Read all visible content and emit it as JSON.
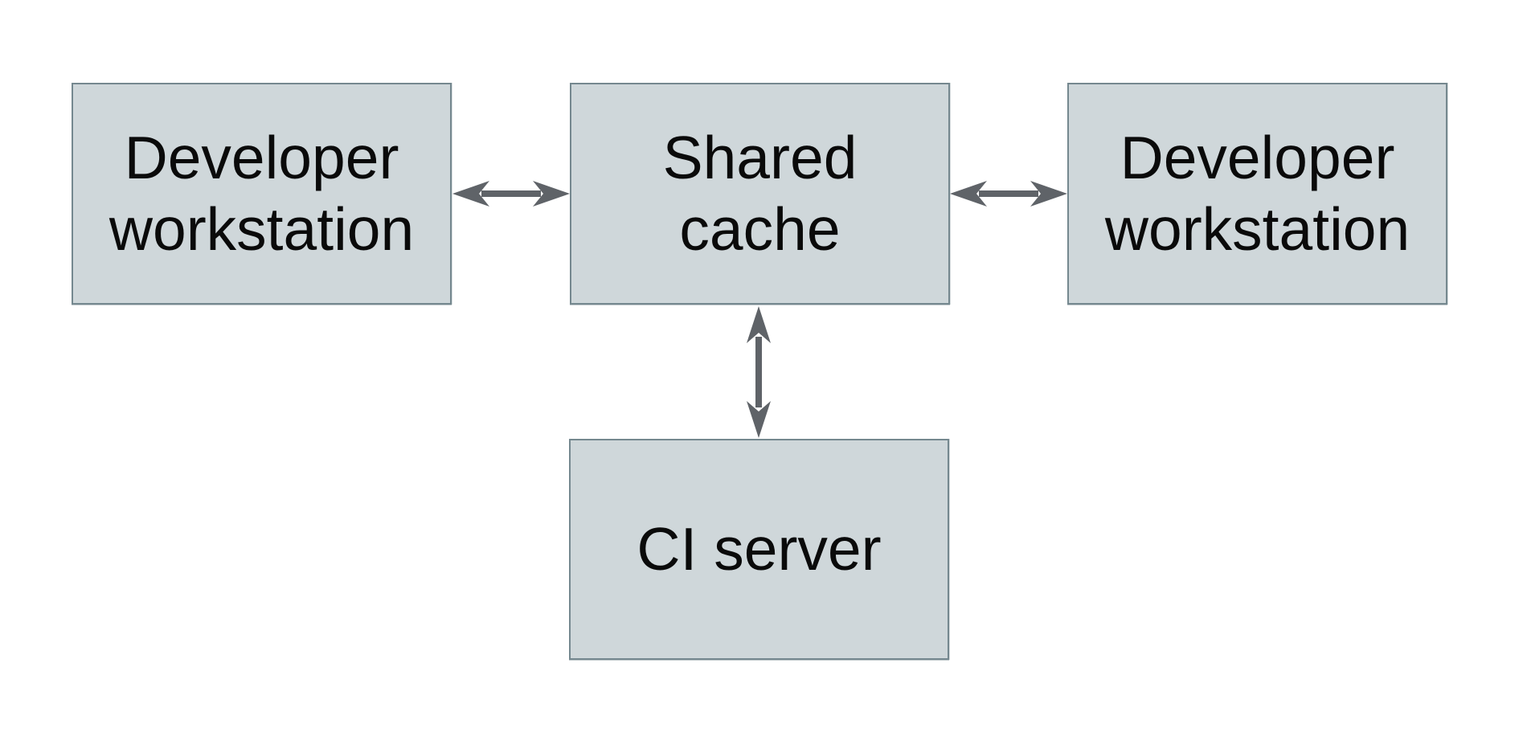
{
  "diagram": {
    "colors": {
      "background": "#ffffff",
      "node_fill": "#cfd7da",
      "node_border": "#75888f",
      "arrow": "#5f6368",
      "text": "#0a0a0a"
    },
    "nodes": [
      {
        "id": "developer-workstation-left",
        "label": "Developer workstation",
        "lines": [
          "Developer",
          "workstation"
        ]
      },
      {
        "id": "shared-cache",
        "label": "Shared cache",
        "lines": [
          "Shared",
          "cache"
        ]
      },
      {
        "id": "developer-workstation-right",
        "label": "Developer workstation",
        "lines": [
          "Developer",
          "workstation"
        ]
      },
      {
        "id": "ci-server",
        "label": "CI server",
        "lines": [
          "CI server"
        ]
      }
    ],
    "connections": [
      {
        "from": "Developer workstation (left)",
        "to": "Shared cache",
        "style": "bidirectional-arrow"
      },
      {
        "from": "Shared cache",
        "to": "Developer workstation (right)",
        "style": "bidirectional-arrow"
      },
      {
        "from": "Shared cache",
        "to": "CI server",
        "style": "bidirectional-arrow"
      }
    ]
  }
}
